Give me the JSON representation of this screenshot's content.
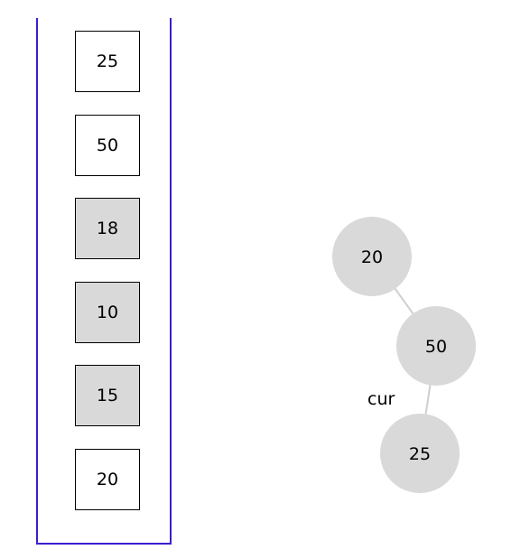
{
  "stack": {
    "cells": [
      {
        "value": "25",
        "highlighted": false
      },
      {
        "value": "50",
        "highlighted": false
      },
      {
        "value": "18",
        "highlighted": true
      },
      {
        "value": "10",
        "highlighted": true
      },
      {
        "value": "15",
        "highlighted": true
      },
      {
        "value": "20",
        "highlighted": false
      }
    ]
  },
  "tree": {
    "nodes": [
      {
        "id": "n20",
        "value": "20"
      },
      {
        "id": "n50",
        "value": "50"
      },
      {
        "id": "n25",
        "value": "25"
      }
    ],
    "edges": [
      [
        "n20",
        "n50"
      ],
      [
        "n50",
        "n25"
      ]
    ],
    "pointer_label": "cur"
  },
  "colors": {
    "stack_border": "#3a1fd0",
    "highlight_fill": "#d9d9d9",
    "node_fill": "#d9d9d9",
    "edge": "#cfcfcf"
  }
}
